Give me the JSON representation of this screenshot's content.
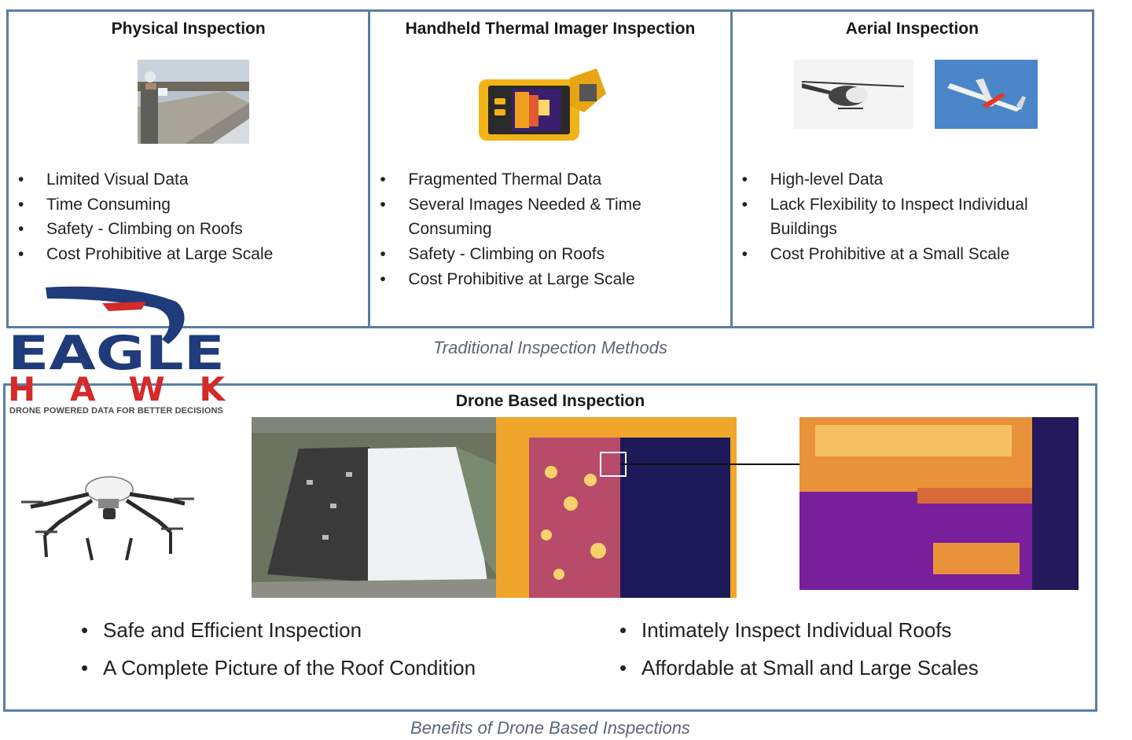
{
  "methods": [
    {
      "title": "Physical Inspection",
      "bullets": [
        "Limited Visual Data",
        "Time Consuming",
        "Safety - Climbing on Roofs",
        "Cost Prohibitive at Large Scale"
      ]
    },
    {
      "title": "Handheld Thermal Imager Inspection",
      "bullets": [
        "Fragmented Thermal Data",
        "Several Images Needed & Time",
        "Consuming",
        "Safety - Climbing on Roofs",
        "Cost Prohibitive at Large Scale"
      ]
    },
    {
      "title": "Aerial Inspection",
      "bullets": [
        "High-level Data",
        "Lack Flexibility to Inspect Individual",
        "Buildings",
        "Cost Prohibitive at a Small Scale"
      ]
    }
  ],
  "caption_top": "Traditional Inspection Methods",
  "logo": {
    "line1": "EAGLE",
    "line2": "HAWK",
    "tagline": "DRONE POWERED DATA FOR BETTER DECISIONS",
    "navy": "#1f3b7a",
    "red": "#d42a2a"
  },
  "drone": {
    "title": "Drone Based Inspection",
    "bullets_left": [
      "Safe and Efficient Inspection",
      "A Complete Picture of the Roof Condition"
    ],
    "bullets_right": [
      "Intimately Inspect Individual Roofs",
      "Affordable at Small and Large Scales"
    ]
  },
  "caption_bottom": "Benefits of Drone Based Inspections",
  "colors": {
    "border": "#5a7fa6",
    "caption": "#5b6677"
  }
}
